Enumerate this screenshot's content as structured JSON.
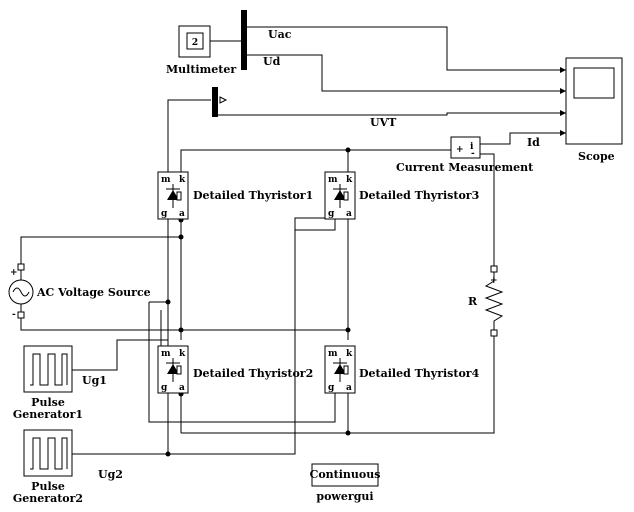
{
  "blocks": {
    "multimeter": {
      "value": "2",
      "label": "Multimeter"
    },
    "scope": {
      "label": "Scope"
    },
    "current_measurement": {
      "label": "Current Measurement",
      "port_i": "i",
      "port_plus": "+",
      "port_minus": "-"
    },
    "thyristor1": {
      "label": "Detailed Thyristor1"
    },
    "thyristor2": {
      "label": "Detailed Thyristor2"
    },
    "thyristor3": {
      "label": "Detailed Thyristor3"
    },
    "thyristor4": {
      "label": "Detailed Thyristor4"
    },
    "ac_source": {
      "label": "AC Voltage Source",
      "plus": "+",
      "minus": "-"
    },
    "resistor": {
      "label": "R",
      "plus": "+"
    },
    "pulse1": {
      "label_line1": "Pulse",
      "label_line2": "Generator1"
    },
    "pulse2": {
      "label_line1": "Pulse",
      "label_line2": "Generator2"
    },
    "powergui": {
      "text": "Continuous",
      "label": "powergui"
    }
  },
  "thyristor_ports": {
    "m": "m",
    "k": "k",
    "g": "g",
    "a": "a"
  },
  "signals": {
    "uac": "Uac",
    "ud": "Ud",
    "uvt": "UVT",
    "id": "Id",
    "ug1": "Ug1",
    "ug2": "Ug2"
  }
}
